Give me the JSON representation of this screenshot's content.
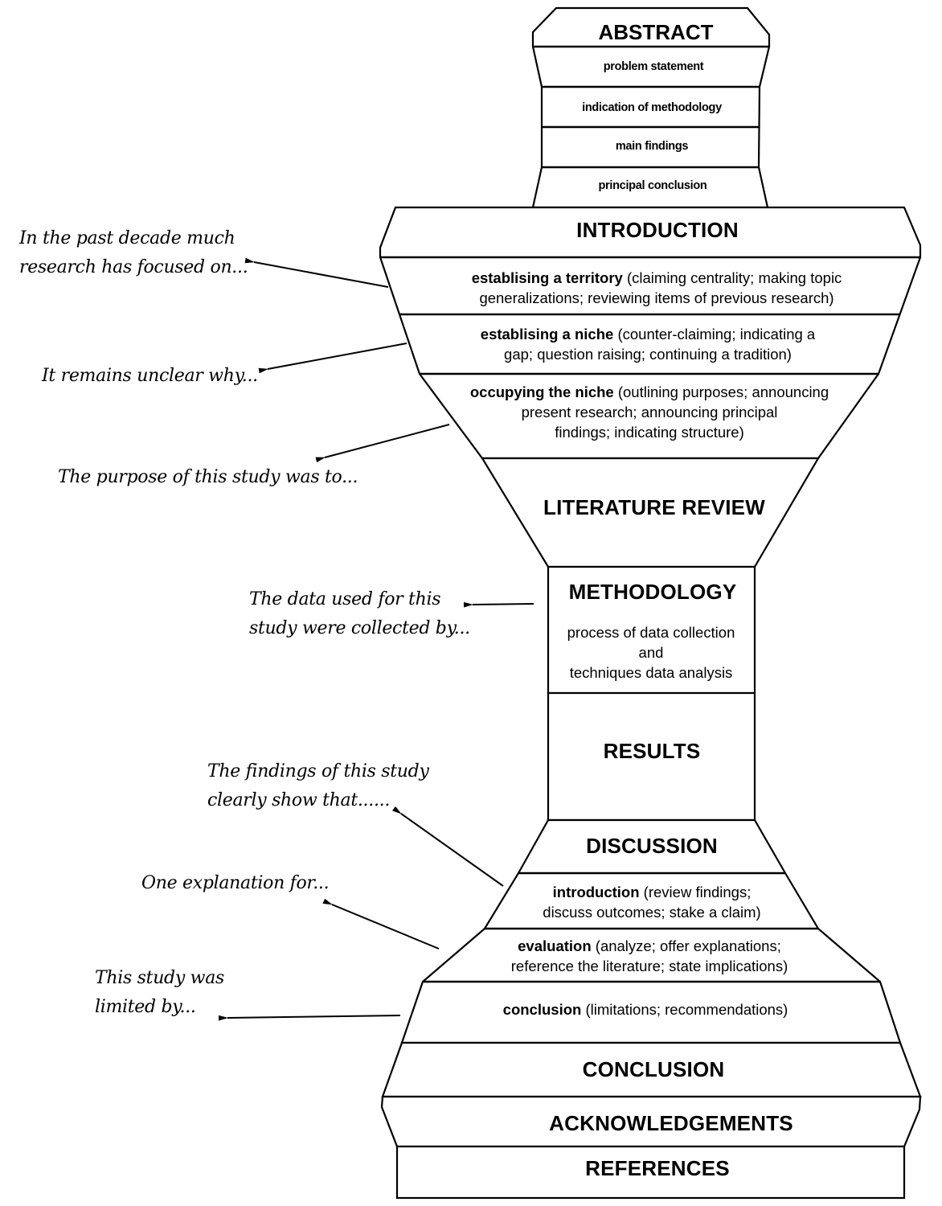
{
  "diagram": {
    "title": "Research paper structure (hourglass)",
    "sections": {
      "abstract": {
        "heading": "ABSTRACT",
        "parts": [
          "problem statement",
          "indication of methodology",
          "main findings",
          "principal conclusion"
        ]
      },
      "introduction": {
        "heading": "INTRODUCTION",
        "moves": [
          {
            "label": "establising a territory",
            "detail_1": " (claiming centrality; making topic",
            "detail_2": "generalizations; reviewing items of previous research)"
          },
          {
            "label": "establising a niche",
            "detail_1": " (counter-claiming; indicating a",
            "detail_2": "gap; question raising; continuing a tradition)"
          },
          {
            "label": "occupying the niche",
            "detail_1": " (outlining purposes; announcing",
            "detail_2": "present research; announcing principal",
            "detail_3": "findings; indicating structure)"
          }
        ]
      },
      "literature_review": {
        "heading": "LITERATURE REVIEW"
      },
      "methodology": {
        "heading": "METHODOLOGY",
        "lines": [
          "process of data collection",
          "and",
          "techniques data analysis"
        ]
      },
      "results": {
        "heading": "RESULTS"
      },
      "discussion": {
        "heading": "DISCUSSION",
        "moves": [
          {
            "label": "introduction",
            "detail_1": " (review findings;",
            "detail_2": "discuss outcomes; stake a claim)"
          },
          {
            "label": "evaluation",
            "detail_1": " (analyze; offer explanations;",
            "detail_2": "reference the literature; state implications)"
          },
          {
            "label": "conclusion",
            "detail_1": " (limitations; recommendations)"
          }
        ]
      },
      "conclusion": {
        "heading": "CONCLUSION"
      },
      "acknowledgements": {
        "heading": "ACKNOWLEDGEMENTS"
      },
      "references": {
        "heading": "REFERENCES"
      }
    },
    "phrases": [
      {
        "line_1": "In the past decade much",
        "line_2": "research has focused on..."
      },
      {
        "line_1": "It remains unclear why..."
      },
      {
        "line_1": "The purpose of this study was to..."
      },
      {
        "line_1": "The data used for this",
        "line_2": "study were collected by..."
      },
      {
        "line_1": "The findings of this study",
        "line_2": "clearly show that......"
      },
      {
        "line_1": "One explanation for..."
      },
      {
        "line_1": "This study was",
        "line_2": "limited by..."
      }
    ],
    "colors": {
      "stroke": "#000000",
      "fill": "#ffffff",
      "text": "#000000"
    }
  }
}
